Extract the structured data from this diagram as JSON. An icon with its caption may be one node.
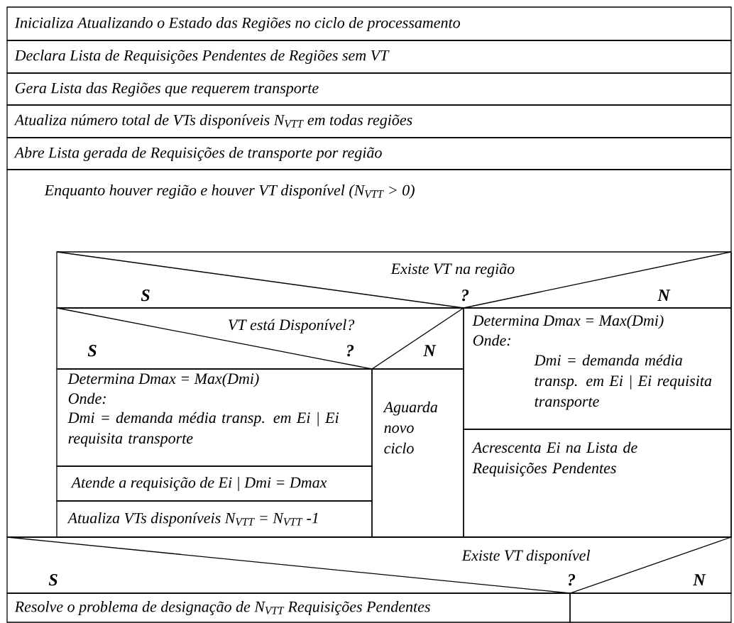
{
  "diagram": {
    "nodes": [
      {
        "text": [
          "Inicializa Atualizando o Estado das Regiões no ciclo de processamento"
        ]
      },
      {
        "text": [
          "Declara Lista de Requisições Pendentes de Regiões sem VT"
        ]
      },
      {
        "text": [
          "Gera Lista das Regiões que requerem transporte"
        ]
      },
      {
        "text": [
          "Atualiza número total de VTs disponíveis N$_{VTT}$ em todas regiões"
        ]
      },
      {
        "text": [
          "Abre Lista gerada de Requisições de transporte por região"
        ]
      },
      {
        "text": [
          "Enquanto houver região e houver VT disponível (N$_{VTT}$ > 0)"
        ]
      },
      {
        "text": [
          "Existe VT na região",
          "S",
          "?",
          "N"
        ],
        "in": 5
      },
      {
        "text": [
          "VT está Disponível?",
          "S",
          "?",
          "N"
        ],
        "in": 5
      },
      {
        "text": [
          "Determina  Dmax = Max(Dmi)",
          "Onde:",
          "Dmi = demanda média transp. em Ei | Ei requisita transporte"
        ],
        "in": 5
      },
      {
        "text": [
          "Atende a requisição de Ei | Dmi = Dmax"
        ],
        "in": 5
      },
      {
        "text": [
          "Atualiza VTs disponíveis N$_{VTT}$ = N$_{VTT}$ -1"
        ],
        "in": 5
      },
      {
        "text": [
          "Aguarda novo ciclo"
        ],
        "in": 5
      },
      {
        "text": [
          "Determina  Dmax = Max(Dmi)",
          "Onde:",
          "Dmi = demanda média transp. em Ei | Ei requisita transporte"
        ],
        "in": 5
      },
      {
        "text": [
          "Acrescenta Ei na Lista de Requisições Pendentes"
        ],
        "in": 5
      },
      {
        "text": [
          "Existe VT disponível",
          "S",
          "?",
          "N"
        ]
      },
      {
        "text": [
          "Resolve o problema de designação de N$_{VTT}$  Requisições Pendentes"
        ]
      },
      {
        "text": [],
        "shape": "box"
      }
    ],
    "edges": []
  }
}
